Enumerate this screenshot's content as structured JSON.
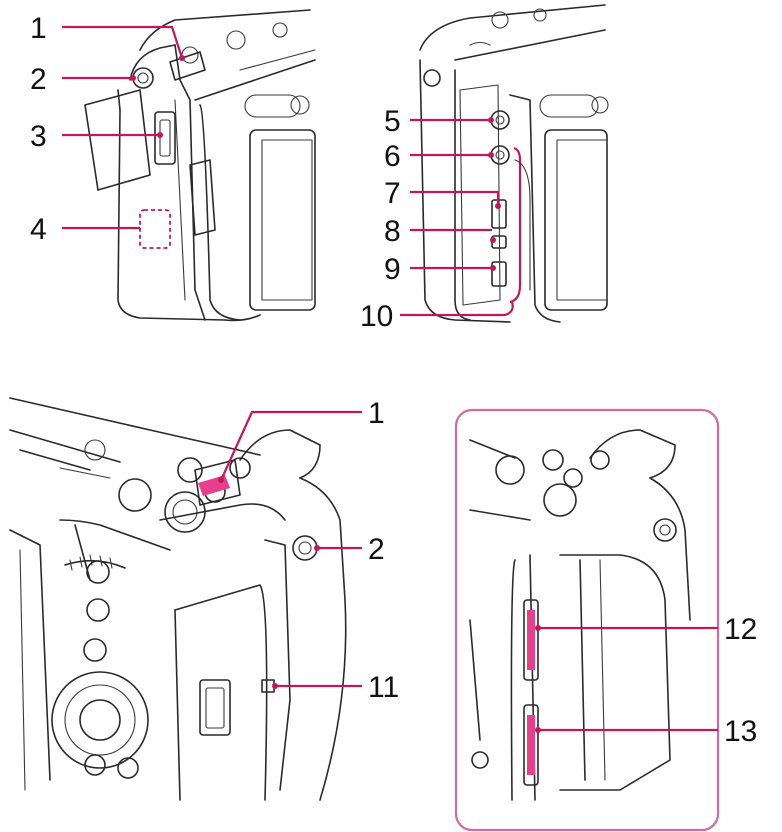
{
  "colors": {
    "accent": "#c2185b",
    "line": "#2a2a2a",
    "panel": "#d06ba0"
  },
  "labels": {
    "l1a": "1",
    "l2a": "2",
    "l3": "3",
    "l4": "4",
    "l5": "5",
    "l6": "6",
    "l7": "7",
    "l8": "8",
    "l9": "9",
    "l10": "10",
    "l1b": "1",
    "l2b": "2",
    "l11": "11",
    "l12": "12",
    "l13": "13"
  }
}
